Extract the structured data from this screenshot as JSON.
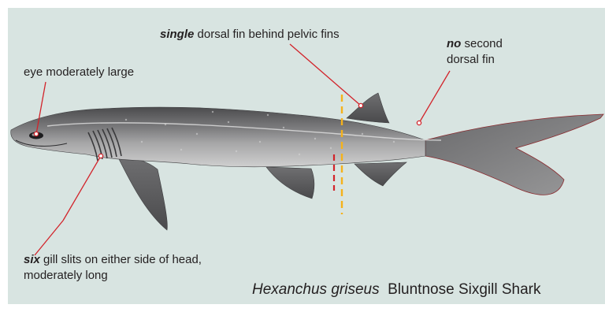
{
  "labels": {
    "eye": "eye moderately large",
    "dorsal_bold": "single",
    "dorsal_rest": " dorsal fin behind pelvic fins",
    "second_bold": "no",
    "second_rest": " second",
    "second_line2": "dorsal fin",
    "gill_bold": "six",
    "gill_rest": " gill slits on either side of head,",
    "gill_line2": "moderately long"
  },
  "caption": {
    "scientific_name": "Hexanchus griseus",
    "common_name": "Bluntnose Sixgill Shark"
  },
  "colors": {
    "background": "#d8e4e1",
    "pointer": "#d2232a",
    "marker_red": "#d2232a",
    "marker_yellow": "#f5b21b"
  }
}
